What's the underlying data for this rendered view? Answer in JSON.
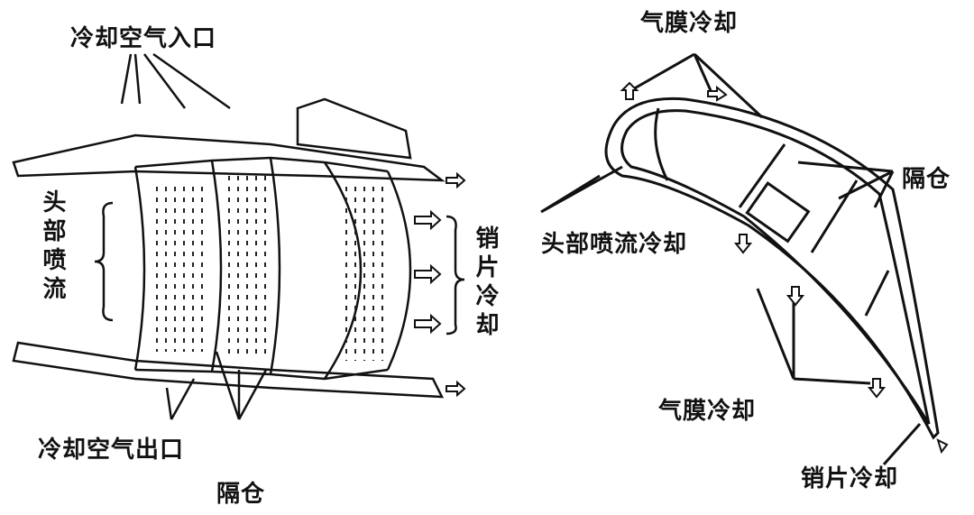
{
  "left_figure": {
    "inlet_label": "冷却空气入口",
    "head_jet_label": "头部喷流",
    "pin_fin_label": "销片冷却",
    "outlet_label": "冷却空气出口",
    "compartment_label": "隔仓"
  },
  "right_figure": {
    "film_cooling_top_label": "气膜冷却",
    "compartment_label": "隔仓",
    "leading_edge_jet_label": "头部喷流冷却",
    "film_cooling_bottom_label": "气膜冷却",
    "pin_fin_label": "销片冷却"
  }
}
